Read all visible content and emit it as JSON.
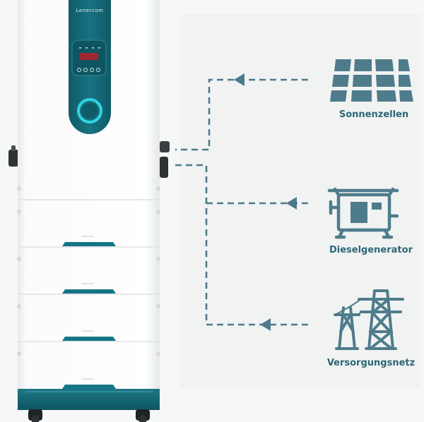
{
  "device": {
    "brand": "Lenercom",
    "modules": [
      {
        "label": "Lenercom"
      },
      {
        "label": "Lenercom"
      },
      {
        "label": "Lenercom"
      },
      {
        "label": "Lenercom"
      }
    ]
  },
  "sources": [
    {
      "name": "Sonnenzellen",
      "icon": "solar-panel-icon"
    },
    {
      "name": "Dieselgenerator",
      "icon": "diesel-generator-icon"
    },
    {
      "name": "Versorgungsnetz",
      "icon": "power-grid-tower-icon"
    }
  ],
  "colors": {
    "accent": "#176a77",
    "icon": "#4f7c8b",
    "line": "#4e7a8c",
    "label": "#2d6675",
    "glow": "#31d4e2"
  }
}
